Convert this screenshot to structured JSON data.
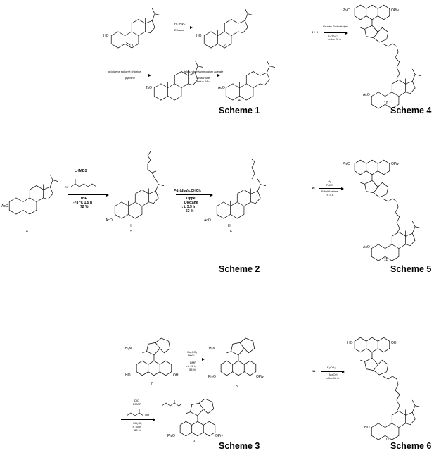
{
  "schemes": {
    "s1": {
      "title": "Scheme 1",
      "step1": {
        "reagent": "H₂, Pd/C",
        "solvent": "Ethanol"
      },
      "step2": {
        "reagent": "p-toluene sulfonyl chloride",
        "solvent": "pyridine"
      },
      "step3": {
        "reagent": "tetra-n-butylammonium acetate",
        "solvent": "2-butanone",
        "cond": "reflux 24h"
      },
      "labels": {
        "c1": "1",
        "c2": "2",
        "c3": "3",
        "c4": "4"
      },
      "groups": {
        "ho": "HO",
        "tso": "TsO",
        "aco": "AcO"
      }
    },
    "s2": {
      "title": "Scheme 2",
      "step1": {
        "reagent": "LHMDS",
        "solvent": "THF",
        "temp": "-78 °C   1.5 h",
        "yield": "72 %"
      },
      "step2": {
        "reagent": "Pd₂(dba)₃.CHCl₃",
        "ligand": "Dppe",
        "solvent": "Dioxane",
        "cond": "r. t.    3.5 h",
        "yield": "53 %"
      },
      "labels": {
        "c4": "4",
        "c5": "5",
        "c6": "6"
      },
      "groups": {
        "aco": "AcO",
        "cl": "Cl",
        "h": "H"
      }
    },
    "s3": {
      "title": "Scheme 3",
      "step1": {
        "reagent": "Cs₂CO₃",
        "reagent2": "PivCl",
        "solvent": "DMF",
        "cond": "r.t. 20 h",
        "yield": "58 %"
      },
      "step2": {
        "reagent": "DIC",
        "reagent2": "DMAP",
        "acid": "OH",
        "solvent": "CH₂Cl₂",
        "cond": "r.t. 30 h",
        "yield": "88 %"
      },
      "labels": {
        "c7": "7",
        "c8": "8",
        "c9": "9"
      },
      "groups": {
        "h2n": "H₂N",
        "ho": "HO",
        "oh": "OH",
        "piv": "PivO",
        "opiv": "OPiv"
      }
    },
    "s4": {
      "title": "Scheme 4",
      "reactants": "6  +  9",
      "step": {
        "reagent": "Grubbs 2nd catalyst",
        "solvent": "CH₂Cl₂",
        "cond": "reflux 26 h"
      },
      "labels": {
        "c10": "10"
      },
      "groups": {
        "piv": "PivO",
        "opiv": "OPiv",
        "aco": "AcO"
      }
    },
    "s5": {
      "title": "Scheme 5",
      "reactant": "10",
      "step": {
        "reagent": "H₂",
        "reagent2": "Pd/C",
        "solvent": "Ethyl Acetate",
        "cond": "r.t. o.n."
      },
      "labels": {
        "c11": "11"
      },
      "groups": {
        "piv": "PivO",
        "opiv": "OPiv",
        "aco": "AcO"
      }
    },
    "s6": {
      "title": "Scheme 6",
      "reactant": "11",
      "step": {
        "reagent": "K₂CO₃",
        "solvent": "MeOH",
        "cond": "reflux 16 h"
      },
      "labels": {
        "c12": "12"
      },
      "groups": {
        "ho": "HO",
        "oh": "OH",
        "ho2": "HO"
      }
    }
  }
}
